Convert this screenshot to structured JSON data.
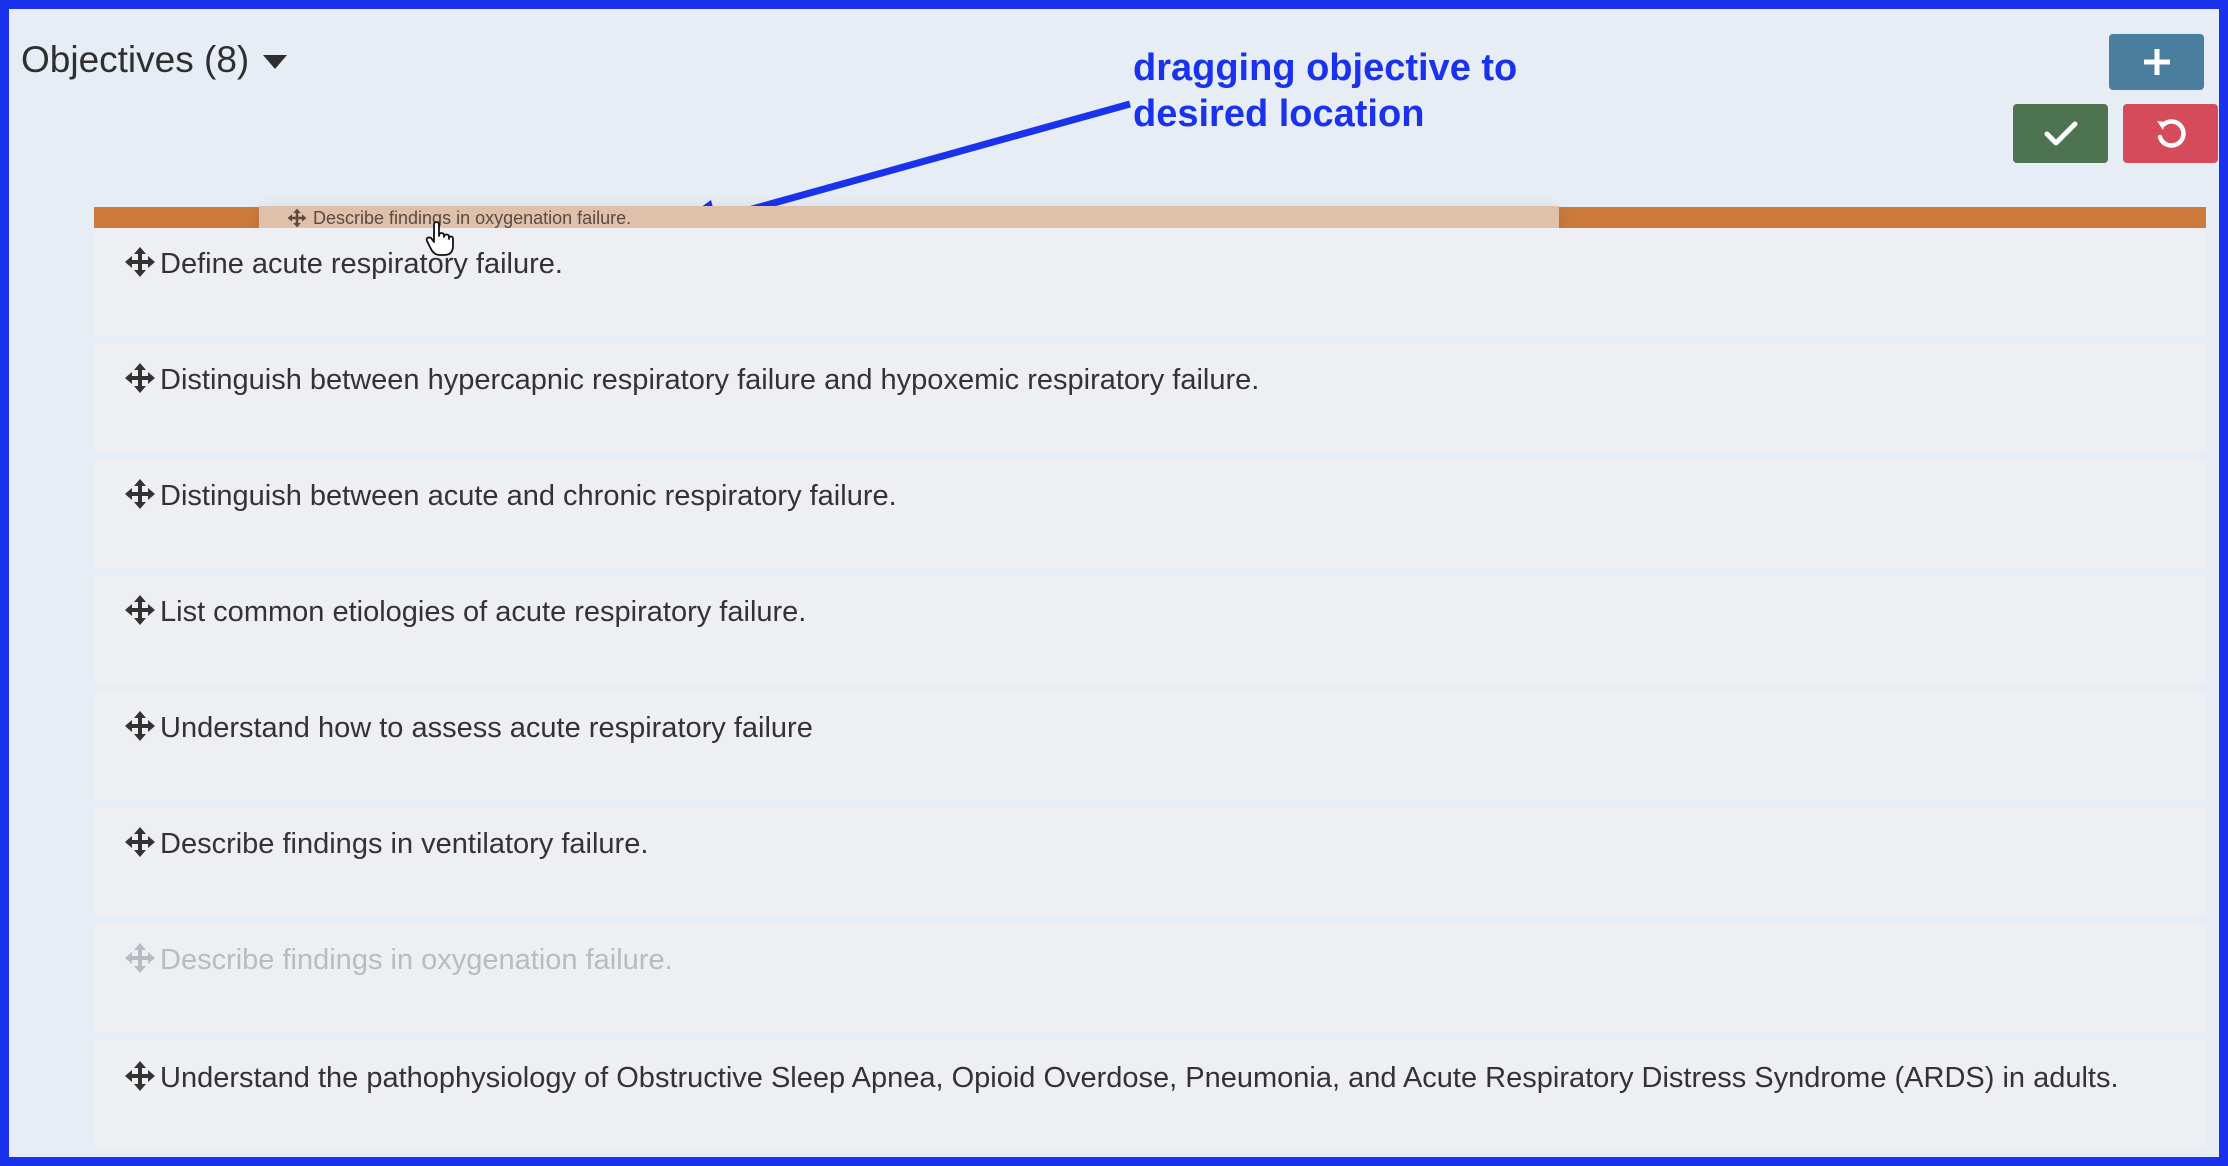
{
  "header": {
    "title": "Objectives (8)"
  },
  "toolbar": {
    "add_icon": "plus-icon",
    "save_icon": "check-icon",
    "undo_icon": "undo-icon"
  },
  "annotation": {
    "line1": "dragging objective to",
    "line2": "desired location",
    "color": "#1a32ee"
  },
  "dragging": {
    "label": "Describe findings in oxygenation failure.",
    "drop_indicator_color": "#cc7b3c"
  },
  "objectives": [
    {
      "text": "Define acute respiratory failure."
    },
    {
      "text": "Distinguish between hypercapnic respiratory failure and hypoxemic respiratory failure."
    },
    {
      "text": "Distinguish between acute and chronic respiratory failure."
    },
    {
      "text": "List common etiologies of acute respiratory failure."
    },
    {
      "text": "Understand how to assess acute respiratory failure"
    },
    {
      "text": "Describe findings in ventilatory failure."
    },
    {
      "text": "Describe findings in oxygenation failure.",
      "state": "being-dragged"
    },
    {
      "text": "Understand the pathophysiology of Obstructive Sleep Apnea, Opioid Overdose, Pneumonia, and Acute Respiratory Distress Syndrome (ARDS) in adults."
    }
  ],
  "colors": {
    "frame_border": "#1a32ee",
    "add_button": "#4a7e9e",
    "save_button": "#4d7350",
    "undo_button": "#d64b5b"
  }
}
